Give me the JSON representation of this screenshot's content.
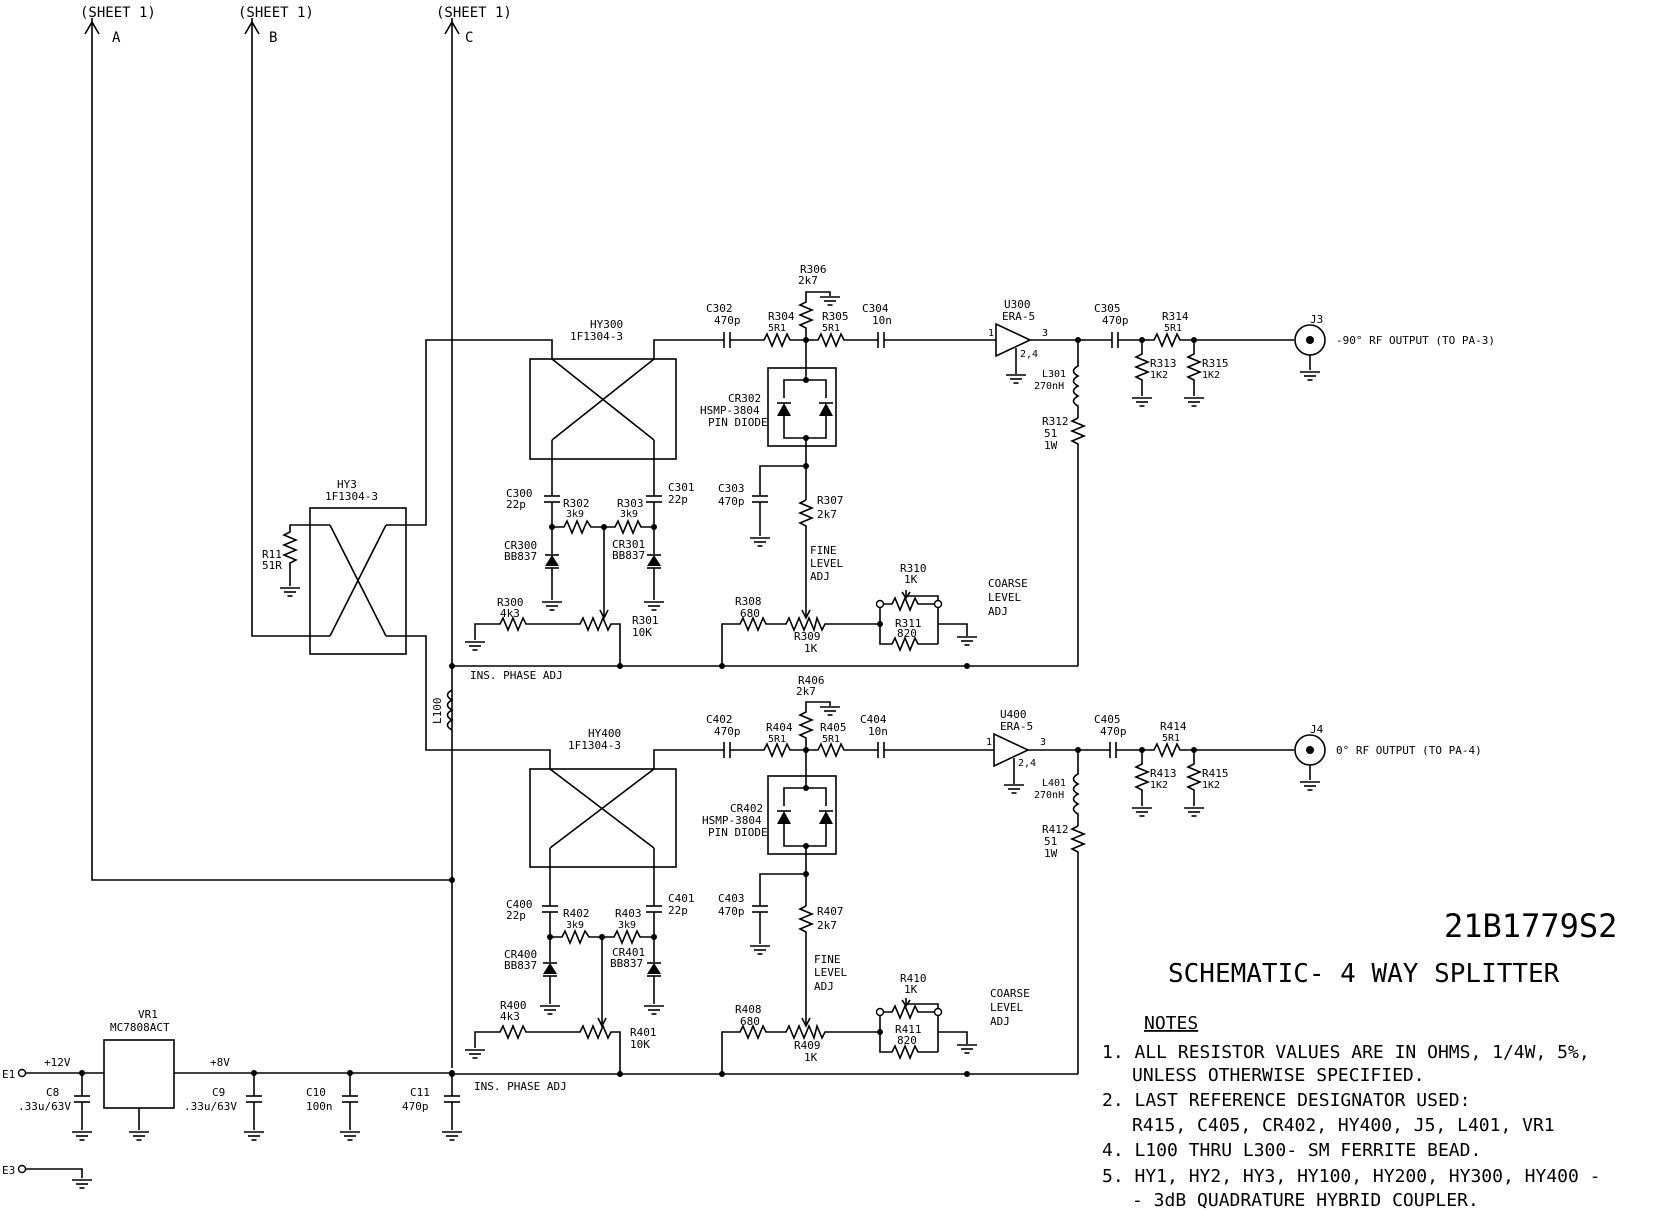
{
  "sheet_refs": [
    {
      "label": "(SHEET 1)",
      "letter": "A"
    },
    {
      "label": "(SHEET 1)",
      "letter": "B"
    },
    {
      "label": "(SHEET 1)",
      "letter": "C"
    }
  ],
  "hybrids": {
    "hy3": {
      "ref": "HY3",
      "part": "1F1304-3"
    },
    "hy300": {
      "ref": "HY300",
      "part": "1F1304-3"
    },
    "hy400": {
      "ref": "HY400",
      "part": "1F1304-3"
    }
  },
  "r11": {
    "ref": "R11",
    "value": "51R"
  },
  "l100": {
    "ref": "L100"
  },
  "ch300": {
    "c300": {
      "ref": "C300",
      "value": "22p"
    },
    "c301": {
      "ref": "C301",
      "value": "22p"
    },
    "r302": {
      "ref": "R302",
      "value": "3k9"
    },
    "r303": {
      "ref": "R303",
      "value": "3k9"
    },
    "cr300": {
      "ref": "CR300",
      "value": "BB837"
    },
    "cr301": {
      "ref": "CR301",
      "value": "BB837"
    },
    "r300": {
      "ref": "R300",
      "value": "4k3"
    },
    "r301": {
      "ref": "R301",
      "value": "10K"
    },
    "phase_label": "INS. PHASE ADJ",
    "c302": {
      "ref": "C302",
      "value": "470p"
    },
    "r304": {
      "ref": "R304",
      "value": "5R1"
    },
    "r305": {
      "ref": "R305",
      "value": "5R1"
    },
    "r306": {
      "ref": "R306",
      "value": "2k7"
    },
    "cr302": {
      "ref": "CR302",
      "part": "HSMP-3804",
      "desc": "PIN DIODE"
    },
    "c303": {
      "ref": "C303",
      "value": "470p"
    },
    "r307": {
      "ref": "R307",
      "value": "2k7"
    },
    "fine": [
      "FINE",
      "LEVEL",
      "ADJ"
    ],
    "r308": {
      "ref": "R308",
      "value": "680"
    },
    "r309": {
      "ref": "R309",
      "value": "1K"
    },
    "r310": {
      "ref": "R310",
      "value": "1K"
    },
    "r311": {
      "ref": "R311",
      "value": "820"
    },
    "coarse": [
      "COARSE",
      "LEVEL",
      "ADJ"
    ],
    "c304": {
      "ref": "C304",
      "value": "10n"
    },
    "u300": {
      "ref": "U300",
      "part": "ERA-5",
      "pin_in": "1",
      "pin_out": "3",
      "pin_gnd": "2,4"
    },
    "l301": {
      "ref": "L301",
      "value": "270nH"
    },
    "r312": {
      "ref": "R312",
      "value": "51",
      "rating": "1W"
    },
    "c305": {
      "ref": "C305",
      "value": "470p"
    },
    "r314": {
      "ref": "R314",
      "value": "5R1"
    },
    "r313": {
      "ref": "R313",
      "value": "1K2"
    },
    "r315": {
      "ref": "R315",
      "value": "1K2"
    },
    "jack": {
      "ref": "J3",
      "desc": "-90° RF OUTPUT (TO PA-3)"
    }
  },
  "ch400": {
    "c400": {
      "ref": "C400",
      "value": "22p"
    },
    "c401": {
      "ref": "C401",
      "value": "22p"
    },
    "r402": {
      "ref": "R402",
      "value": "3k9"
    },
    "r403": {
      "ref": "R403",
      "value": "3k9"
    },
    "cr400": {
      "ref": "CR400",
      "value": "BB837"
    },
    "cr401": {
      "ref": "CR401",
      "value": "BB837"
    },
    "r400": {
      "ref": "R400",
      "value": "4k3"
    },
    "r401": {
      "ref": "R401",
      "value": "10K"
    },
    "phase_label": "INS. PHASE ADJ",
    "c402": {
      "ref": "C402",
      "value": "470p"
    },
    "r404": {
      "ref": "R404",
      "value": "5R1"
    },
    "r405": {
      "ref": "R405",
      "value": "5R1"
    },
    "r406": {
      "ref": "R406",
      "value": "2k7"
    },
    "cr402": {
      "ref": "CR402",
      "part": "HSMP-3804",
      "desc": "PIN DIODE"
    },
    "c403": {
      "ref": "C403",
      "value": "470p"
    },
    "r407": {
      "ref": "R407",
      "value": "2k7"
    },
    "fine": [
      "FINE",
      "LEVEL",
      "ADJ"
    ],
    "r408": {
      "ref": "R408",
      "value": "680"
    },
    "r409": {
      "ref": "R409",
      "value": "1K"
    },
    "r410": {
      "ref": "R410",
      "value": "1K"
    },
    "r411": {
      "ref": "R411",
      "value": "820"
    },
    "coarse": [
      "COARSE",
      "LEVEL",
      "ADJ"
    ],
    "c404": {
      "ref": "C404",
      "value": "10n"
    },
    "u400": {
      "ref": "U400",
      "part": "ERA-5",
      "pin_in": "1",
      "pin_out": "3",
      "pin_gnd": "2,4"
    },
    "l401": {
      "ref": "L401",
      "value": "270nH"
    },
    "r412": {
      "ref": "R412",
      "value": "51",
      "rating": "1W"
    },
    "c405": {
      "ref": "C405",
      "value": "470p"
    },
    "r414": {
      "ref": "R414",
      "value": "5R1"
    },
    "r413": {
      "ref": "R413",
      "value": "1K2"
    },
    "r415": {
      "ref": "R415",
      "value": "1K2"
    },
    "jack": {
      "ref": "J4",
      "desc": "0° RF OUTPUT (TO PA-4)"
    }
  },
  "power": {
    "e1": "E1",
    "e3": "E3",
    "v12": "+12V",
    "v8": "+8V",
    "vr1": {
      "ref": "VR1",
      "part": "MC7808ACT"
    },
    "c8": {
      "ref": "C8",
      "value": ".33u/63V"
    },
    "c9": {
      "ref": "C9",
      "value": ".33u/63V"
    },
    "c10": {
      "ref": "C10",
      "value": "100n"
    },
    "c11": {
      "ref": "C11",
      "value": "470p"
    }
  },
  "title_block": {
    "doc_number": "21B1779S2",
    "title": "SCHEMATIC- 4 WAY SPLITTER"
  },
  "notes": {
    "heading": "NOTES",
    "items": [
      [
        "1. ALL RESISTOR VALUES ARE IN OHMS, 1/4W, 5%,",
        "UNLESS OTHERWISE SPECIFIED."
      ],
      [
        "2. LAST REFERENCE DESIGNATOR USED:",
        "R415, C405, CR402, HY400, J5, L401, VR1"
      ],
      [
        "4. L100 THRU L300- SM FERRITE BEAD."
      ],
      [
        "5. HY1, HY2, HY3, HY100, HY200, HY300, HY400 -",
        "- 3dB QUADRATURE HYBRID COUPLER."
      ]
    ]
  }
}
